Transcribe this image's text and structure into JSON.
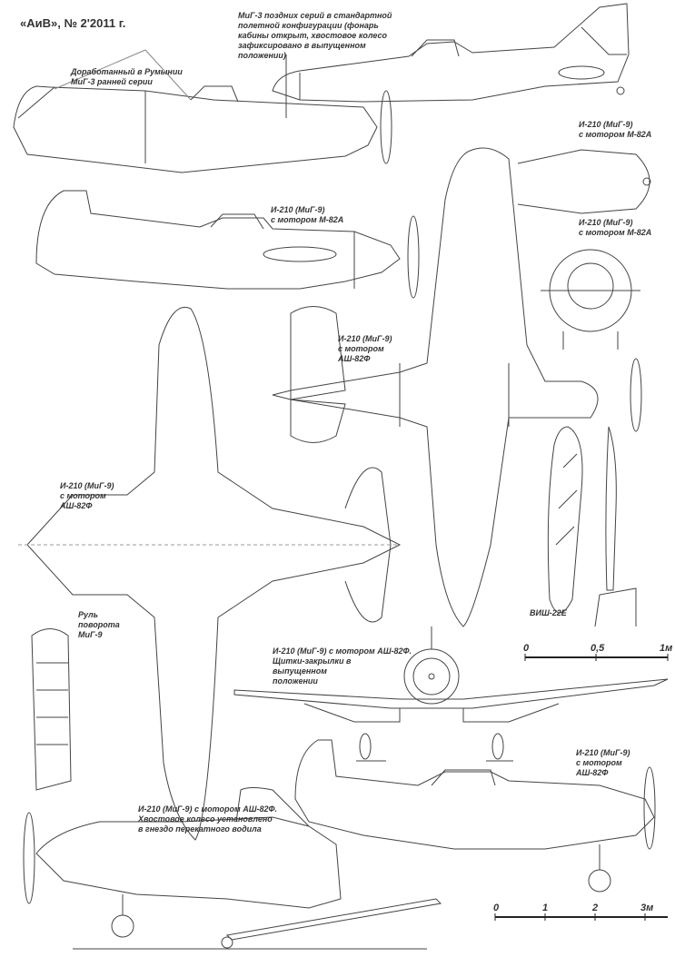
{
  "header": "«АиВ», № 2'2011 г.",
  "labels": {
    "mig3_late": [
      "МиГ-3 поздних серий в стандартной",
      "полетной конфигурации (фонарь",
      "кабины открыт, хвостовое колесо",
      "зафиксировано в выпущенном",
      "положении)"
    ],
    "mig3_romania": [
      "Доработанный в Румынии",
      "МиГ-3 ранней серии"
    ],
    "i210_m82a_side": [
      "И-210 (МиГ-9)",
      "с мотором М-82А"
    ],
    "i210_m82a_top_detail": [
      "И-210 (МиГ-9)",
      "с мотором М-82А"
    ],
    "i210_m82a_front": [
      "И-210 (МиГ-9)",
      "с мотором М-82А"
    ],
    "i210_ash82f_top": [
      "И-210 (МиГ-9)",
      "с мотором",
      "АШ-82Ф"
    ],
    "i210_ash82f_bottom": [
      "И-210 (МиГ-9)",
      "с мотором",
      "АШ-82Ф"
    ],
    "rudder": [
      "Руль",
      "поворота",
      "МиГ-9"
    ],
    "propeller": [
      "ВИШ-22Е"
    ],
    "i210_front_flaps": [
      "И-210 (МиГ-9) с мотором АШ-82Ф.",
      "Щитки-закрылки в",
      "выпущенном",
      "положении"
    ],
    "i210_ash82f_side": [
      "И-210 (МиГ-9)",
      "с мотором",
      "АШ-82Ф"
    ],
    "i210_towbar": [
      "И-210 (МиГ-9) с мотором АШ-82Ф.",
      "Хвостовое колесо установлено",
      "в гнездо перекатного водила"
    ]
  },
  "scale_small": [
    "0",
    "0,5",
    "1м"
  ],
  "scale_large": [
    "0",
    "1",
    "2",
    "3м"
  ]
}
